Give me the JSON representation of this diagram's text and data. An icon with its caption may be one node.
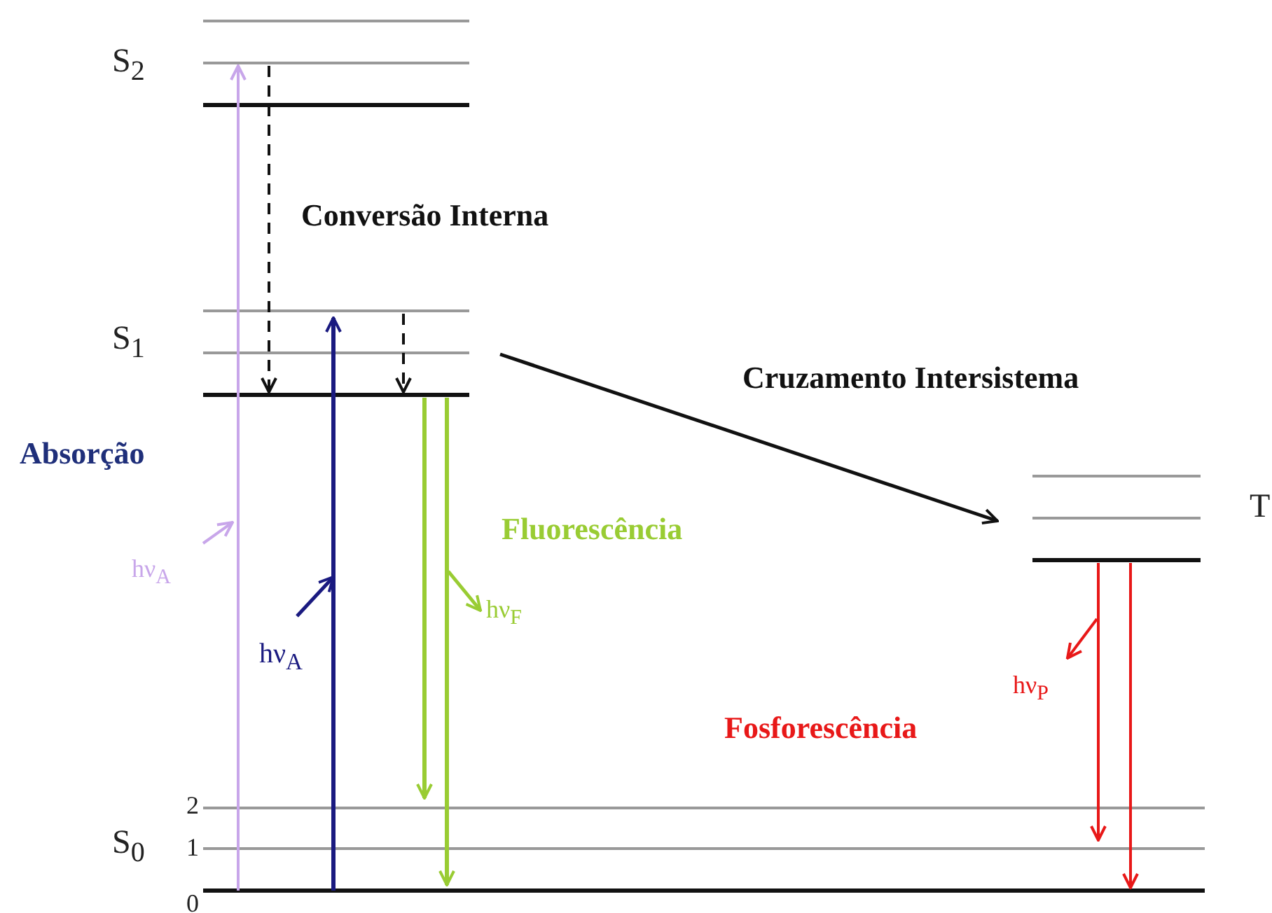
{
  "diagram": {
    "labels": [
      "S$_{2}$",
      "Conversão Interna",
      "S$_{1}$",
      "Cruzamento Intersistema",
      "Absorção",
      "T",
      "hν$_{A}$",
      "Fluorescência",
      "hν$_{F}$",
      "hν$_{A}$",
      "hν$_{P}$",
      "Fosforescência",
      "2",
      "S$_{0}$",
      "1",
      "0"
    ]
  }
}
